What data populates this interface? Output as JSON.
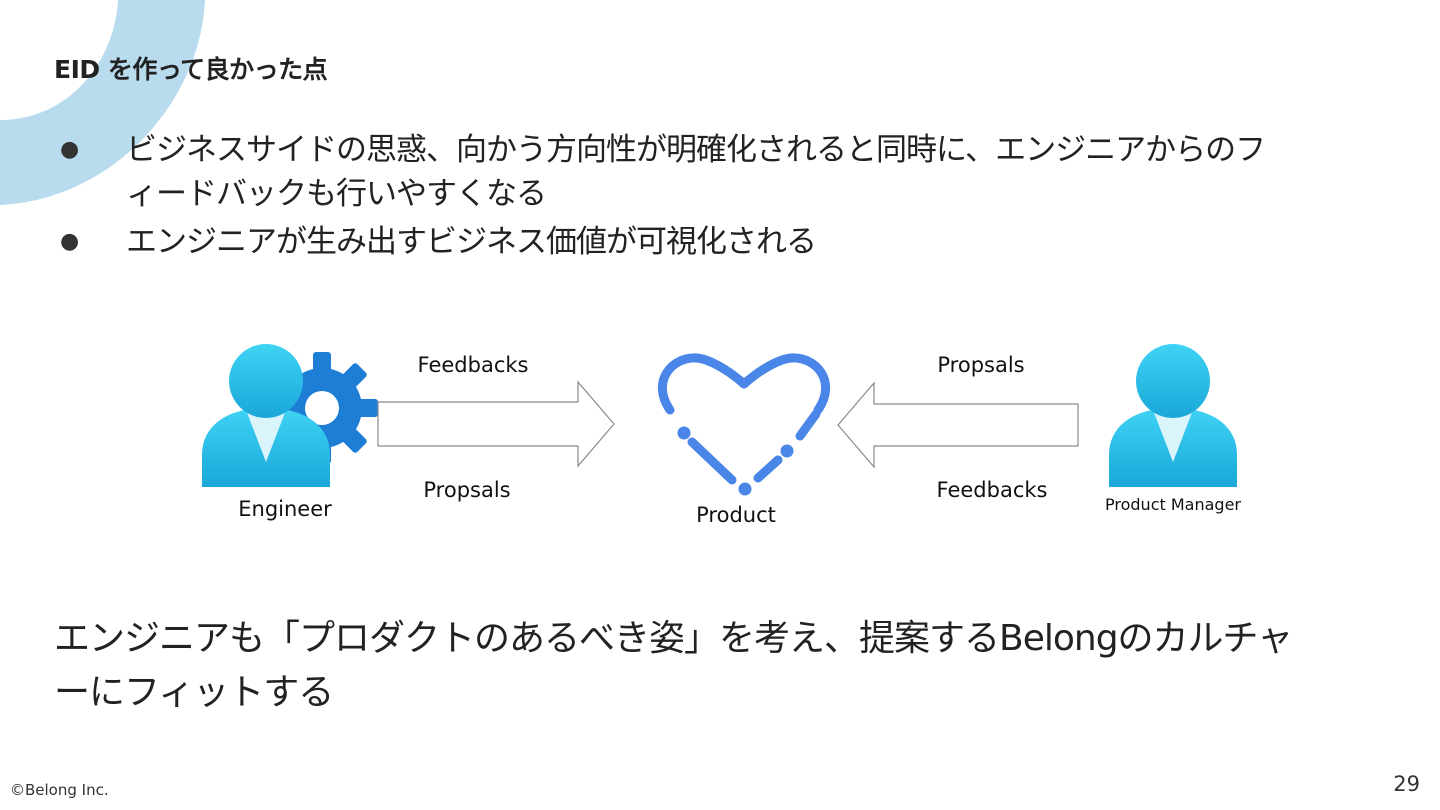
{
  "slide": {
    "title": "EID を作って良かった点",
    "bullets": [
      "ビジネスサイドの思惑、向かう方向性が明確化されると同時に、エンジニアからのフィードバックも行いやすくなる",
      "エンジニアが生み出すビジネス価値が可視化される"
    ],
    "bullet_marker": "●",
    "conclusion": "エンジニアも「プロダクトのあるべき姿」を考え、提案するBelongのカルチャーにフィットする",
    "footer": {
      "copyright": "©Belong Inc.",
      "page_number": "29"
    }
  },
  "diagram": {
    "nodes": {
      "engineer": "Engineer",
      "product": "Product",
      "product_manager": "Product Manager"
    },
    "left_arrow": {
      "top_label": "Feedbacks",
      "bottom_label": "Propsals"
    },
    "right_arrow": {
      "top_label": "Propsals",
      "bottom_label": "Feedbacks"
    }
  },
  "colors": {
    "deco_arc": "#b8dcee",
    "person": "#35c8ee",
    "gear": "#1e7ed6",
    "heart": "#4a86e8"
  },
  "icons": [
    "engineer-person-icon",
    "gear-icon",
    "heart-icon",
    "product-manager-person-icon"
  ]
}
